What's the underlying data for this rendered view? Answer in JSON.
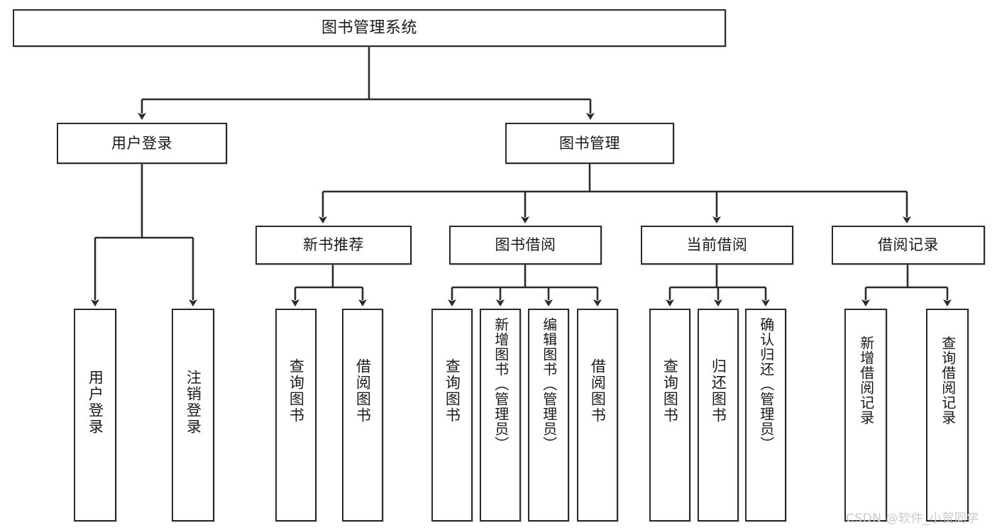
{
  "diagram": {
    "title": "图书管理系统",
    "type": "tree",
    "root": {
      "id": "root",
      "label": "图书管理系统",
      "orientation": "horizontal"
    },
    "level1": [
      {
        "id": "user-login",
        "label": "用户登录",
        "orientation": "horizontal"
      },
      {
        "id": "book-management",
        "label": "图书管理",
        "orientation": "horizontal"
      }
    ],
    "level2": [
      {
        "id": "new-book-recommend",
        "label": "新书推荐",
        "orientation": "horizontal",
        "parent": "book-management"
      },
      {
        "id": "book-borrow",
        "label": "图书借阅",
        "orientation": "horizontal",
        "parent": "book-management"
      },
      {
        "id": "current-borrow",
        "label": "当前借阅",
        "orientation": "horizontal",
        "parent": "book-management"
      },
      {
        "id": "borrow-record",
        "label": "借阅记录",
        "orientation": "horizontal",
        "parent": "book-management"
      }
    ],
    "leaves": [
      {
        "id": "leaf-user-login",
        "label": "用户登录",
        "orientation": "vertical",
        "parent": "user-login"
      },
      {
        "id": "leaf-logout-login",
        "label": "注销登录",
        "orientation": "vertical",
        "parent": "user-login"
      },
      {
        "id": "leaf-query-book-1",
        "label": "查询图书",
        "orientation": "vertical",
        "parent": "new-book-recommend"
      },
      {
        "id": "leaf-borrow-book-1",
        "label": "借阅图书",
        "orientation": "vertical",
        "parent": "new-book-recommend"
      },
      {
        "id": "leaf-query-book-2",
        "label": "查询图书",
        "orientation": "vertical",
        "parent": "book-borrow"
      },
      {
        "id": "leaf-add-book-admin",
        "label": "新增图书（管理员）",
        "orientation": "vertical",
        "parent": "book-borrow"
      },
      {
        "id": "leaf-edit-book-admin",
        "label": "编辑图书（管理员）",
        "orientation": "vertical",
        "parent": "book-borrow"
      },
      {
        "id": "leaf-borrow-book-2",
        "label": "借阅图书",
        "orientation": "vertical",
        "parent": "book-borrow"
      },
      {
        "id": "leaf-query-book-3",
        "label": "查询图书",
        "orientation": "vertical",
        "parent": "current-borrow"
      },
      {
        "id": "leaf-return-book",
        "label": "归还图书",
        "orientation": "vertical",
        "parent": "current-borrow"
      },
      {
        "id": "leaf-confirm-return-admin",
        "label": "确认归还（管理员）",
        "orientation": "vertical",
        "parent": "current-borrow"
      },
      {
        "id": "leaf-add-borrow-record",
        "label": "新增借阅记录",
        "orientation": "vertical",
        "parent": "borrow-record"
      },
      {
        "id": "leaf-query-borrow-record",
        "label": "查询借阅记录",
        "orientation": "vertical",
        "parent": "borrow-record"
      }
    ]
  },
  "watermark": {
    "text": "CSDN @软件_小贺同学"
  },
  "colors": {
    "stroke": "#2b2b2b",
    "text": "#1a1a1a",
    "background": "#ffffff",
    "watermark": "#c9c9c9"
  }
}
